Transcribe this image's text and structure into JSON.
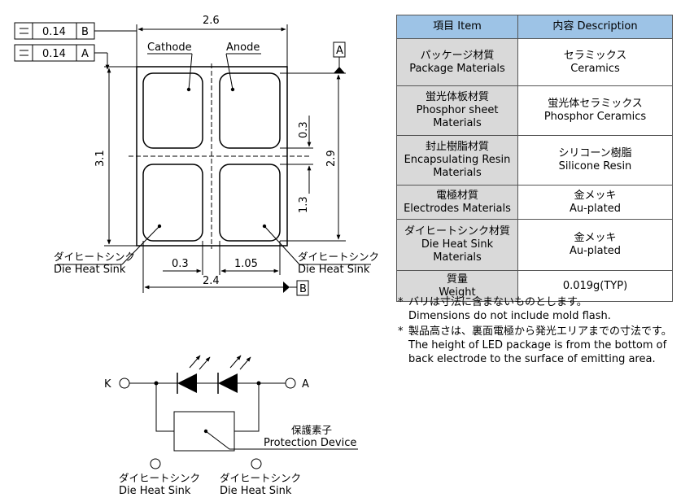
{
  "dims": {
    "tol1_value": "0.14",
    "tol1_datum": "B",
    "tol2_value": "0.14",
    "tol2_datum": "A",
    "width_top": "2.6",
    "height_left": "3.1",
    "height_right": "2.9",
    "gap": "0.3",
    "pad_height": "1.3",
    "pad_gap": "0.3",
    "pad_width": "1.05",
    "width_bottom": "2.4",
    "datum_a": "A",
    "datum_b": "B"
  },
  "labels": {
    "cathode": "Cathode",
    "anode": "Anode",
    "heat_sink_jp": "ダイヒートシンク",
    "heat_sink_en": "Die Heat Sink"
  },
  "circuit": {
    "k": "K",
    "a": "A",
    "protection_jp": "保護素子",
    "protection_en": "Protection Device",
    "heat_sink_jp": "ダイヒートシンク",
    "heat_sink_en": "Die Heat Sink"
  },
  "table": {
    "headers": [
      "項目 Item",
      "内容 Description"
    ],
    "rows": [
      {
        "item": [
          "パッケージ材質",
          "Package Materials"
        ],
        "value": [
          "セラミックス",
          "Ceramics"
        ]
      },
      {
        "item": [
          "蛍光体板材質",
          "Phosphor sheet",
          "Materials"
        ],
        "value": [
          "蛍光体セラミックス",
          "Phosphor Ceramics"
        ]
      },
      {
        "item": [
          "封止樹脂材質",
          "Encapsulating Resin",
          "Materials"
        ],
        "value": [
          "シリコーン樹脂",
          "Silicone Resin"
        ]
      },
      {
        "item": [
          "電極材質",
          "Electrodes Materials"
        ],
        "value": [
          "金メッキ",
          "Au-plated"
        ]
      },
      {
        "item": [
          "ダイヒートシンク材質",
          "Die Heat Sink",
          "Materials"
        ],
        "value": [
          "金メッキ",
          "Au-plated"
        ]
      },
      {
        "item": [
          "質量",
          "Weight"
        ],
        "value": [
          "0.019g(TYP)"
        ]
      }
    ]
  },
  "notes": [
    {
      "mark": "*",
      "lines": [
        "バリは寸法に含まないものとします。",
        "Dimensions do not include mold flash."
      ]
    },
    {
      "mark": "*",
      "lines": [
        "製品高さは、裏面電極から発光エリアまでの寸法です。",
        "The height of LED package is from the bottom of",
        "back electrode to the surface of emitting area."
      ]
    }
  ]
}
